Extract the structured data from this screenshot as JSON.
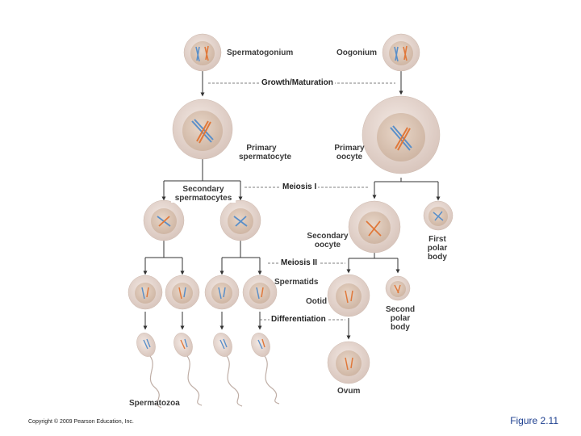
{
  "labels": {
    "spermatogonium": "Spermatogonium",
    "oogonium": "Oogonium",
    "primary_spermatocyte": [
      "Primary",
      "spermatocyte"
    ],
    "primary_oocyte": [
      "Primary",
      "oocyte"
    ],
    "secondary_spermatocytes": [
      "Secondary",
      "spermatocytes"
    ],
    "secondary_oocyte": [
      "Secondary",
      "oocyte"
    ],
    "first_polar_body": [
      "First",
      "polar",
      "body"
    ],
    "spermatids": "Spermatids",
    "ootid": "Ootid",
    "second_polar_body": [
      "Second",
      "polar",
      "body"
    ],
    "spermatozoa": "Spermatozoa",
    "ovum": "Ovum"
  },
  "stages": {
    "growth": "Growth/Maturation",
    "meiosis1": "Meiosis I",
    "meiosis2": "Meiosis II",
    "differentiation": "Differentiation"
  },
  "footer": {
    "copyright": "Copyright © 2009 Pearson Education, Inc.",
    "figure": "Figure 2.11"
  },
  "colors": {
    "cell_outer": "#e9dcd6",
    "cell_inner": "#d8c4b6",
    "chromosome_blue": "#5a8fc9",
    "chromosome_orange": "#e0783a",
    "figure_label": "#1d3f8f"
  }
}
